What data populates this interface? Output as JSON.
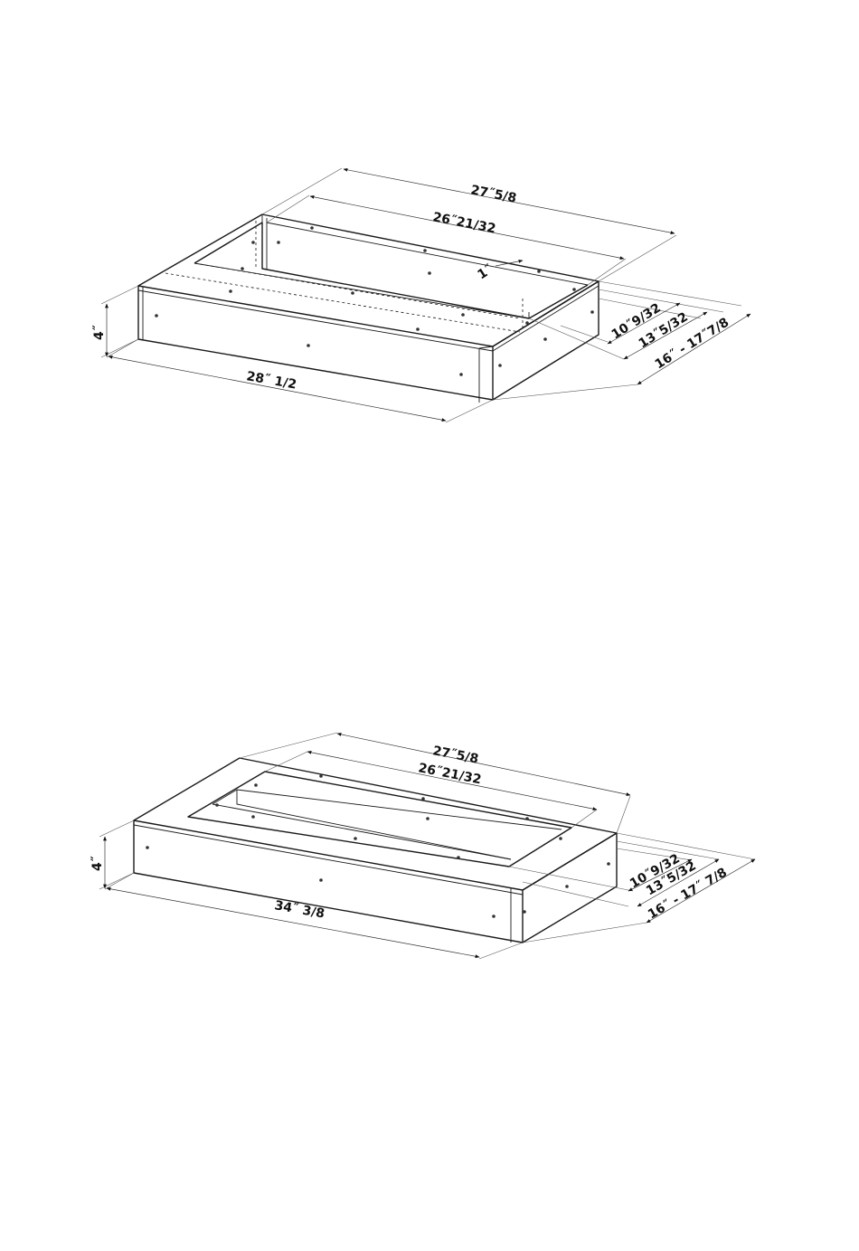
{
  "diagrams": [
    {
      "dimensions": {
        "outer_length": "27˝5/8",
        "inner_length": "26˝21/32",
        "rim": "1˝",
        "inner_depth": "10˝9/32",
        "outer_depth": "13˝5/32",
        "depth_range": "16˝ - 17˝7/8",
        "height": "4˝",
        "front_width": "28˝ 1/2"
      }
    },
    {
      "dimensions": {
        "outer_length": "27˝5/8",
        "inner_length": "26˝21/32",
        "inner_depth": "10˝9/32",
        "outer_depth": "13˝5/32",
        "depth_range": "16˝ - 17˝ 7/8",
        "height": "4˝",
        "front_width": "34˝ 3/8"
      }
    }
  ]
}
